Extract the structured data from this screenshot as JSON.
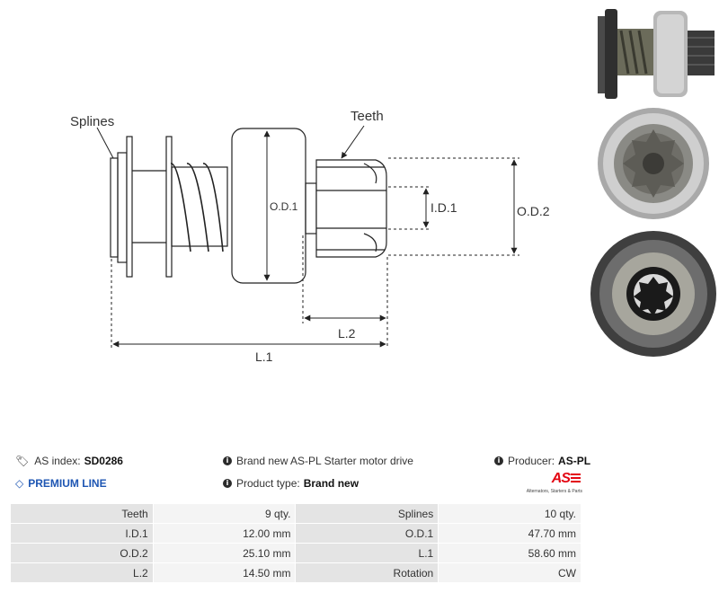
{
  "diagram": {
    "labels": {
      "splines": "Splines",
      "teeth": "Teeth",
      "od1": "O.D.1",
      "id1": "I.D.1",
      "od2": "O.D.2",
      "l2": "L.2",
      "l1": "L.1"
    }
  },
  "info": {
    "as_index_label": "AS index:",
    "as_index_value": "SD0286",
    "premium": "PREMIUM LINE",
    "description": "Brand new AS-PL Starter motor drive",
    "product_type_label": "Product type:",
    "product_type_value": "Brand new",
    "producer_label": "Producer:",
    "producer_value": "AS-PL"
  },
  "logo": {
    "mark": "AS",
    "tagline": "Alternators, Starters & Parts",
    "color": "#e30613"
  },
  "specs": [
    {
      "k1": "Teeth",
      "v1": "9 qty.",
      "k2": "Splines",
      "v2": "10 qty."
    },
    {
      "k1": "I.D.1",
      "v1": "12.00 mm",
      "k2": "O.D.1",
      "v2": "47.70 mm"
    },
    {
      "k1": "O.D.2",
      "v1": "25.10 mm",
      "k2": "L.1",
      "v2": "58.60 mm"
    },
    {
      "k1": "L.2",
      "v1": "14.50 mm",
      "k2": "Rotation",
      "v2": "CW"
    }
  ]
}
